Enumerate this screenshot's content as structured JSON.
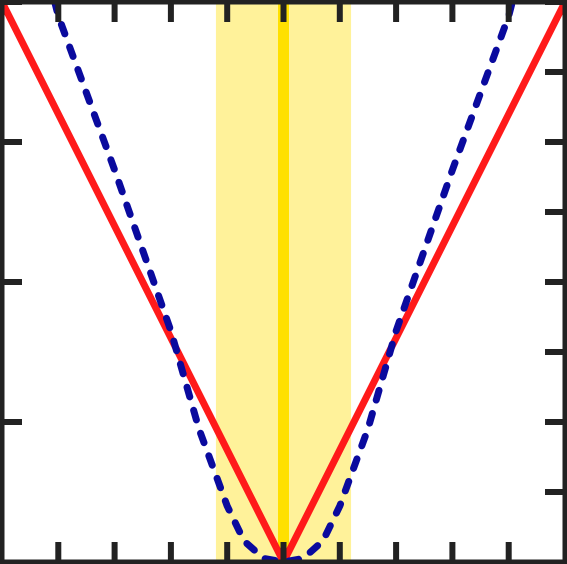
{
  "chart_data": {
    "type": "line",
    "title": "",
    "xlabel": "",
    "ylabel": "",
    "xlim": [
      -5,
      5
    ],
    "ylim": [
      0,
      8
    ],
    "grid": false,
    "legend": "none",
    "tick_labels_visible": false,
    "x_ticks": [
      -4,
      -3,
      -2,
      -1,
      0,
      1,
      2,
      3,
      4
    ],
    "y_ticks_left": [
      2,
      4,
      6,
      8
    ],
    "y_ticks_right": [
      1,
      2,
      3,
      4,
      5,
      6,
      7,
      8
    ],
    "shaded_band": {
      "x": [
        -1.2,
        1.2
      ],
      "color": "#fff29a"
    },
    "center_line": {
      "x": 0,
      "color": "#ffe000"
    },
    "series": [
      {
        "style": "solid",
        "color": "#ff1a1a",
        "points": [
          [
            -5,
            8.0
          ],
          [
            0,
            0
          ],
          [
            5,
            8.0
          ]
        ]
      },
      {
        "style": "dotted",
        "color": "#0a0a9e",
        "points": [
          [
            -4.7,
            10.0
          ],
          [
            -4.0,
            7.8
          ],
          [
            -3.0,
            5.6
          ],
          [
            -2.0,
            3.3
          ],
          [
            -1.5,
            1.9
          ],
          [
            -1.0,
            0.8
          ],
          [
            -0.7,
            0.3
          ],
          [
            -0.35,
            0.05
          ],
          [
            0,
            0
          ],
          [
            0.35,
            0.05
          ],
          [
            0.7,
            0.3
          ],
          [
            1.0,
            0.8
          ],
          [
            1.5,
            1.9
          ],
          [
            2.0,
            3.3
          ],
          [
            3.0,
            5.6
          ],
          [
            4.0,
            7.8
          ],
          [
            4.7,
            10.0
          ]
        ]
      }
    ],
    "colors": {
      "frame": "#222222"
    }
  }
}
